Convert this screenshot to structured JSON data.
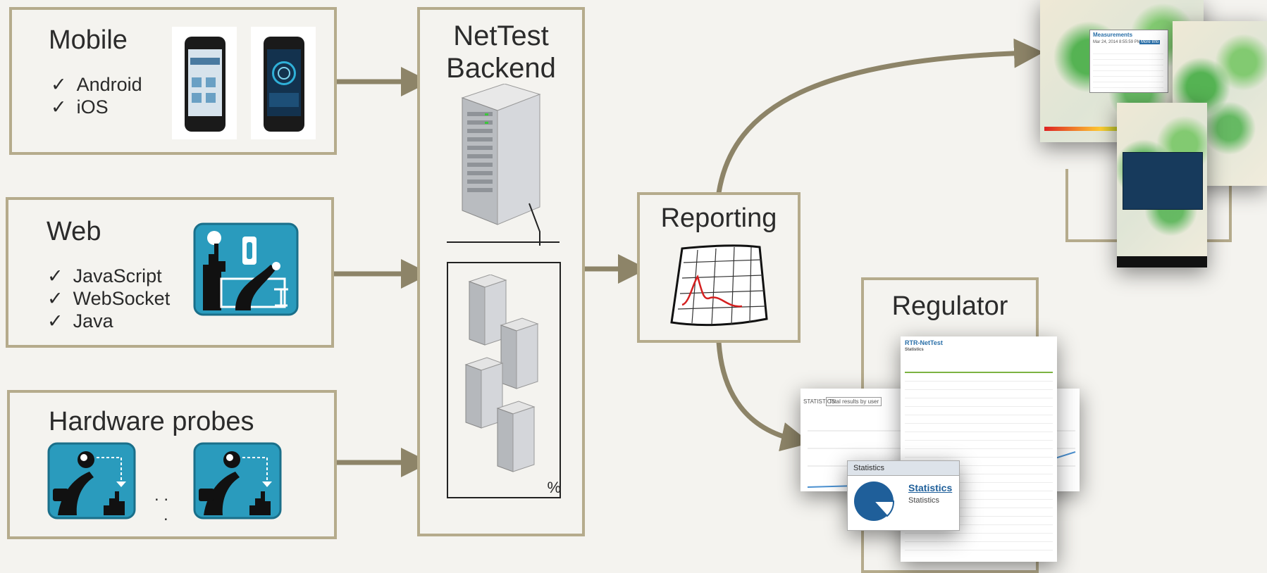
{
  "mobile": {
    "title": "Mobile",
    "items": [
      "Android",
      "iOS"
    ]
  },
  "web": {
    "title": "Web",
    "items": [
      "JavaScript",
      "WebSocket",
      "Java"
    ]
  },
  "hardware": {
    "title": "Hardware probes",
    "ellipsis_top": ". .",
    "ellipsis_bottom": "."
  },
  "backend": {
    "title_line1": "NetTest",
    "title_line2": "Backend",
    "percent": "%"
  },
  "reporting": {
    "title": "Reporting"
  },
  "regulator": {
    "title": "Regulator",
    "doc_title": "RTR-NetTest",
    "doc_subtitle": "Statistics",
    "stats_widget_header": "Statistics",
    "stats_link": "Statistics",
    "stats_caption": "Statistics",
    "stats_label": "STATISTICS",
    "stats_dropdown": "Total results by user"
  },
  "map": {
    "popup_title": "Measurements",
    "popup_date": "Mar 24, 2014 8:55:59 PM",
    "more_info": "More Info"
  },
  "colors": {
    "border": "#b5ab8c",
    "arrow": "#8d8468",
    "teal": "#2a9bbd",
    "bg": "#f4f3ef"
  }
}
